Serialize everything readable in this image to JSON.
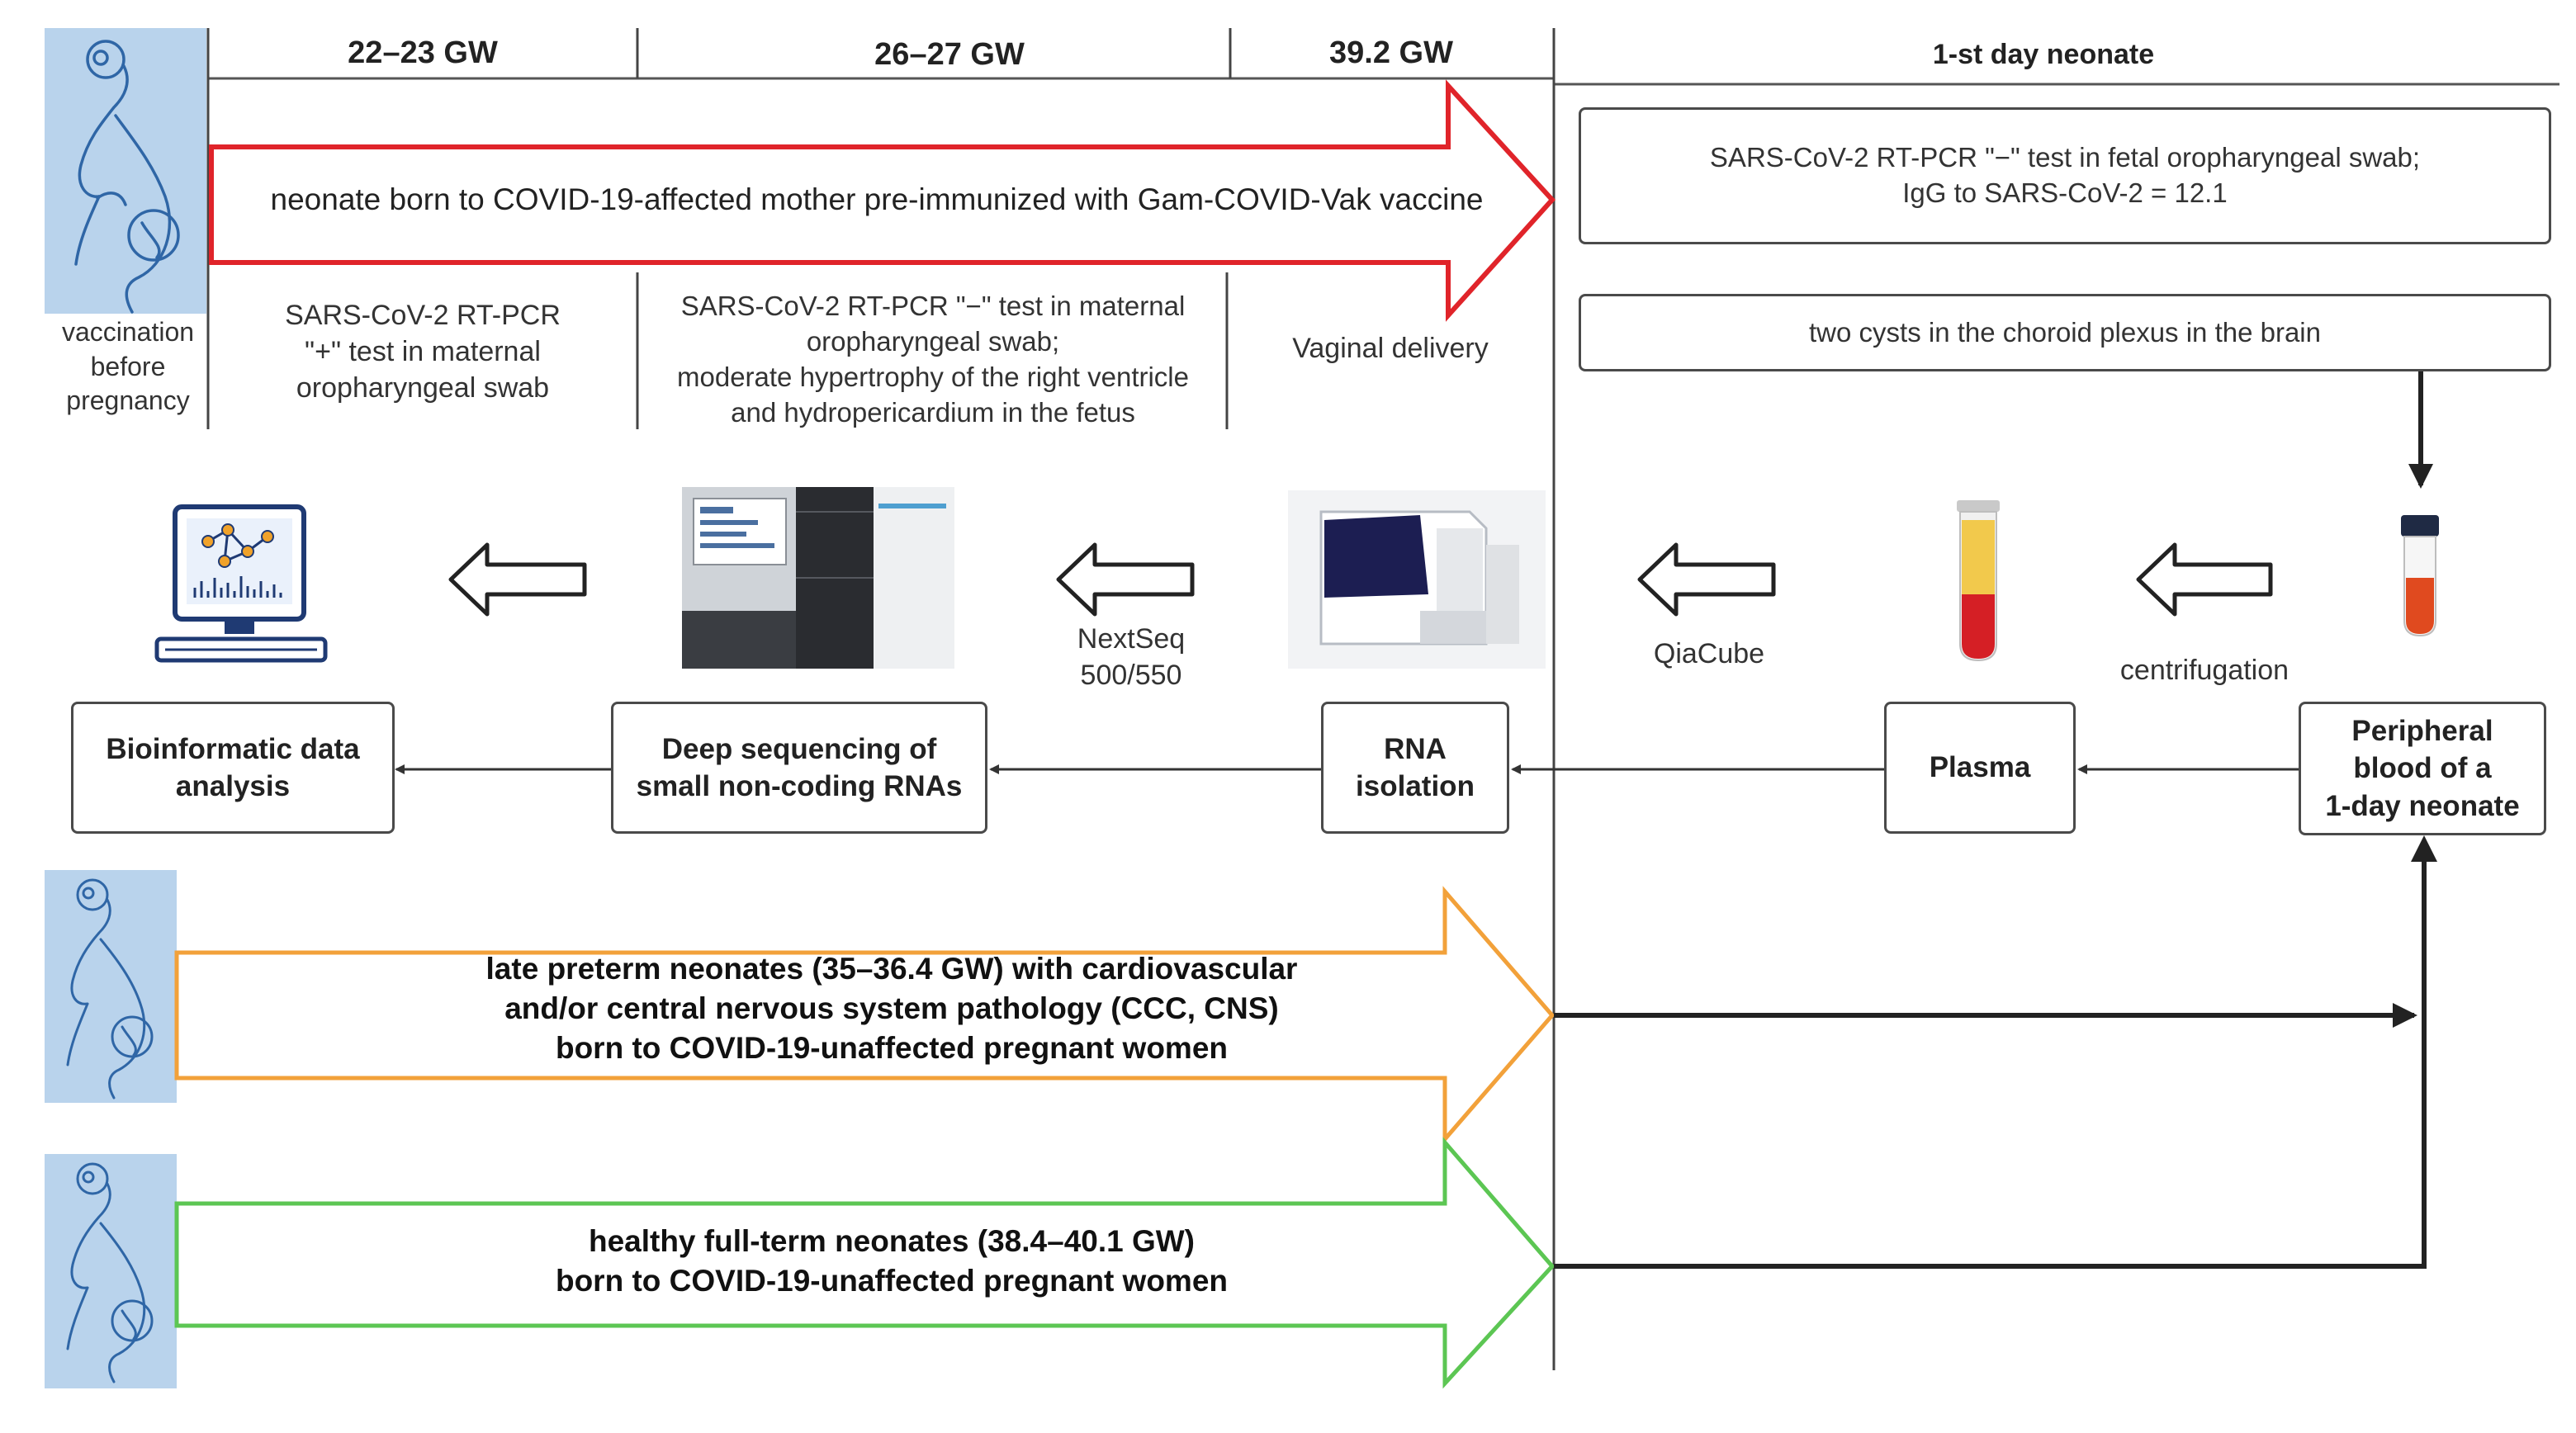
{
  "timeline": {
    "headers": [
      "22–23 GW",
      "26–27 GW",
      "39.2 GW",
      "1-st day neonate"
    ],
    "pregnant_caption": "vaccination\nbefore\npregnancy",
    "red_arrow_text": "neonate born to COVID-19-affected mother pre-immunized with Gam-COVID-Vak vaccine",
    "notes": [
      "SARS-CoV-2 RT-PCR\n\"+\" test in maternal\noropharyngeal swab",
      "SARS-CoV-2 RT-PCR \"−\" test in maternal\noropharyngeal swab;\nmoderate hypertrophy of the right ventricle\nand hydropericardium in the fetus",
      "Vaginal delivery"
    ],
    "neonate_box_1": "SARS-CoV-2 RT-PCR \"−\" test in fetal oropharyngeal swab;\nIgG to SARS-CoV-2 = 12.1",
    "neonate_box_2": "two cysts in the choroid plexus in the brain"
  },
  "workflow": {
    "nodes": [
      "Bioinformatic data\nanalysis",
      "Deep sequencing of\nsmall non-coding RNAs",
      "RNA\nisolation",
      "Plasma",
      "Peripheral\nblood of a\n1-day neonate"
    ],
    "step_labels": [
      "NextSeq\n500/550",
      "QiaCube",
      "centrifugation"
    ],
    "icons": [
      "computer-analysis-icon",
      "sequencer-icon",
      "rna-isolation-instrument-icon",
      "plasma-tube-icon",
      "blood-tube-icon",
      "left-arrow-icon"
    ]
  },
  "groups": {
    "orange_text": "late preterm neonates (35–36.4 GW) with cardiovascular\nand/or central nervous system pathology (CCC, CNS)\nborn to COVID-19-unaffected pregnant women",
    "green_text": "healthy full-term neonates (38.4–40.1 GW)\nborn to COVID-19-unaffected pregnant women"
  },
  "colors": {
    "red_arrow": "#e0242a",
    "orange_arrow": "#f2a13a",
    "green_arrow": "#5cc653",
    "pregnant_bg": "#b9d3ec",
    "pregnant_line": "#2f66a6",
    "line": "#333333"
  }
}
